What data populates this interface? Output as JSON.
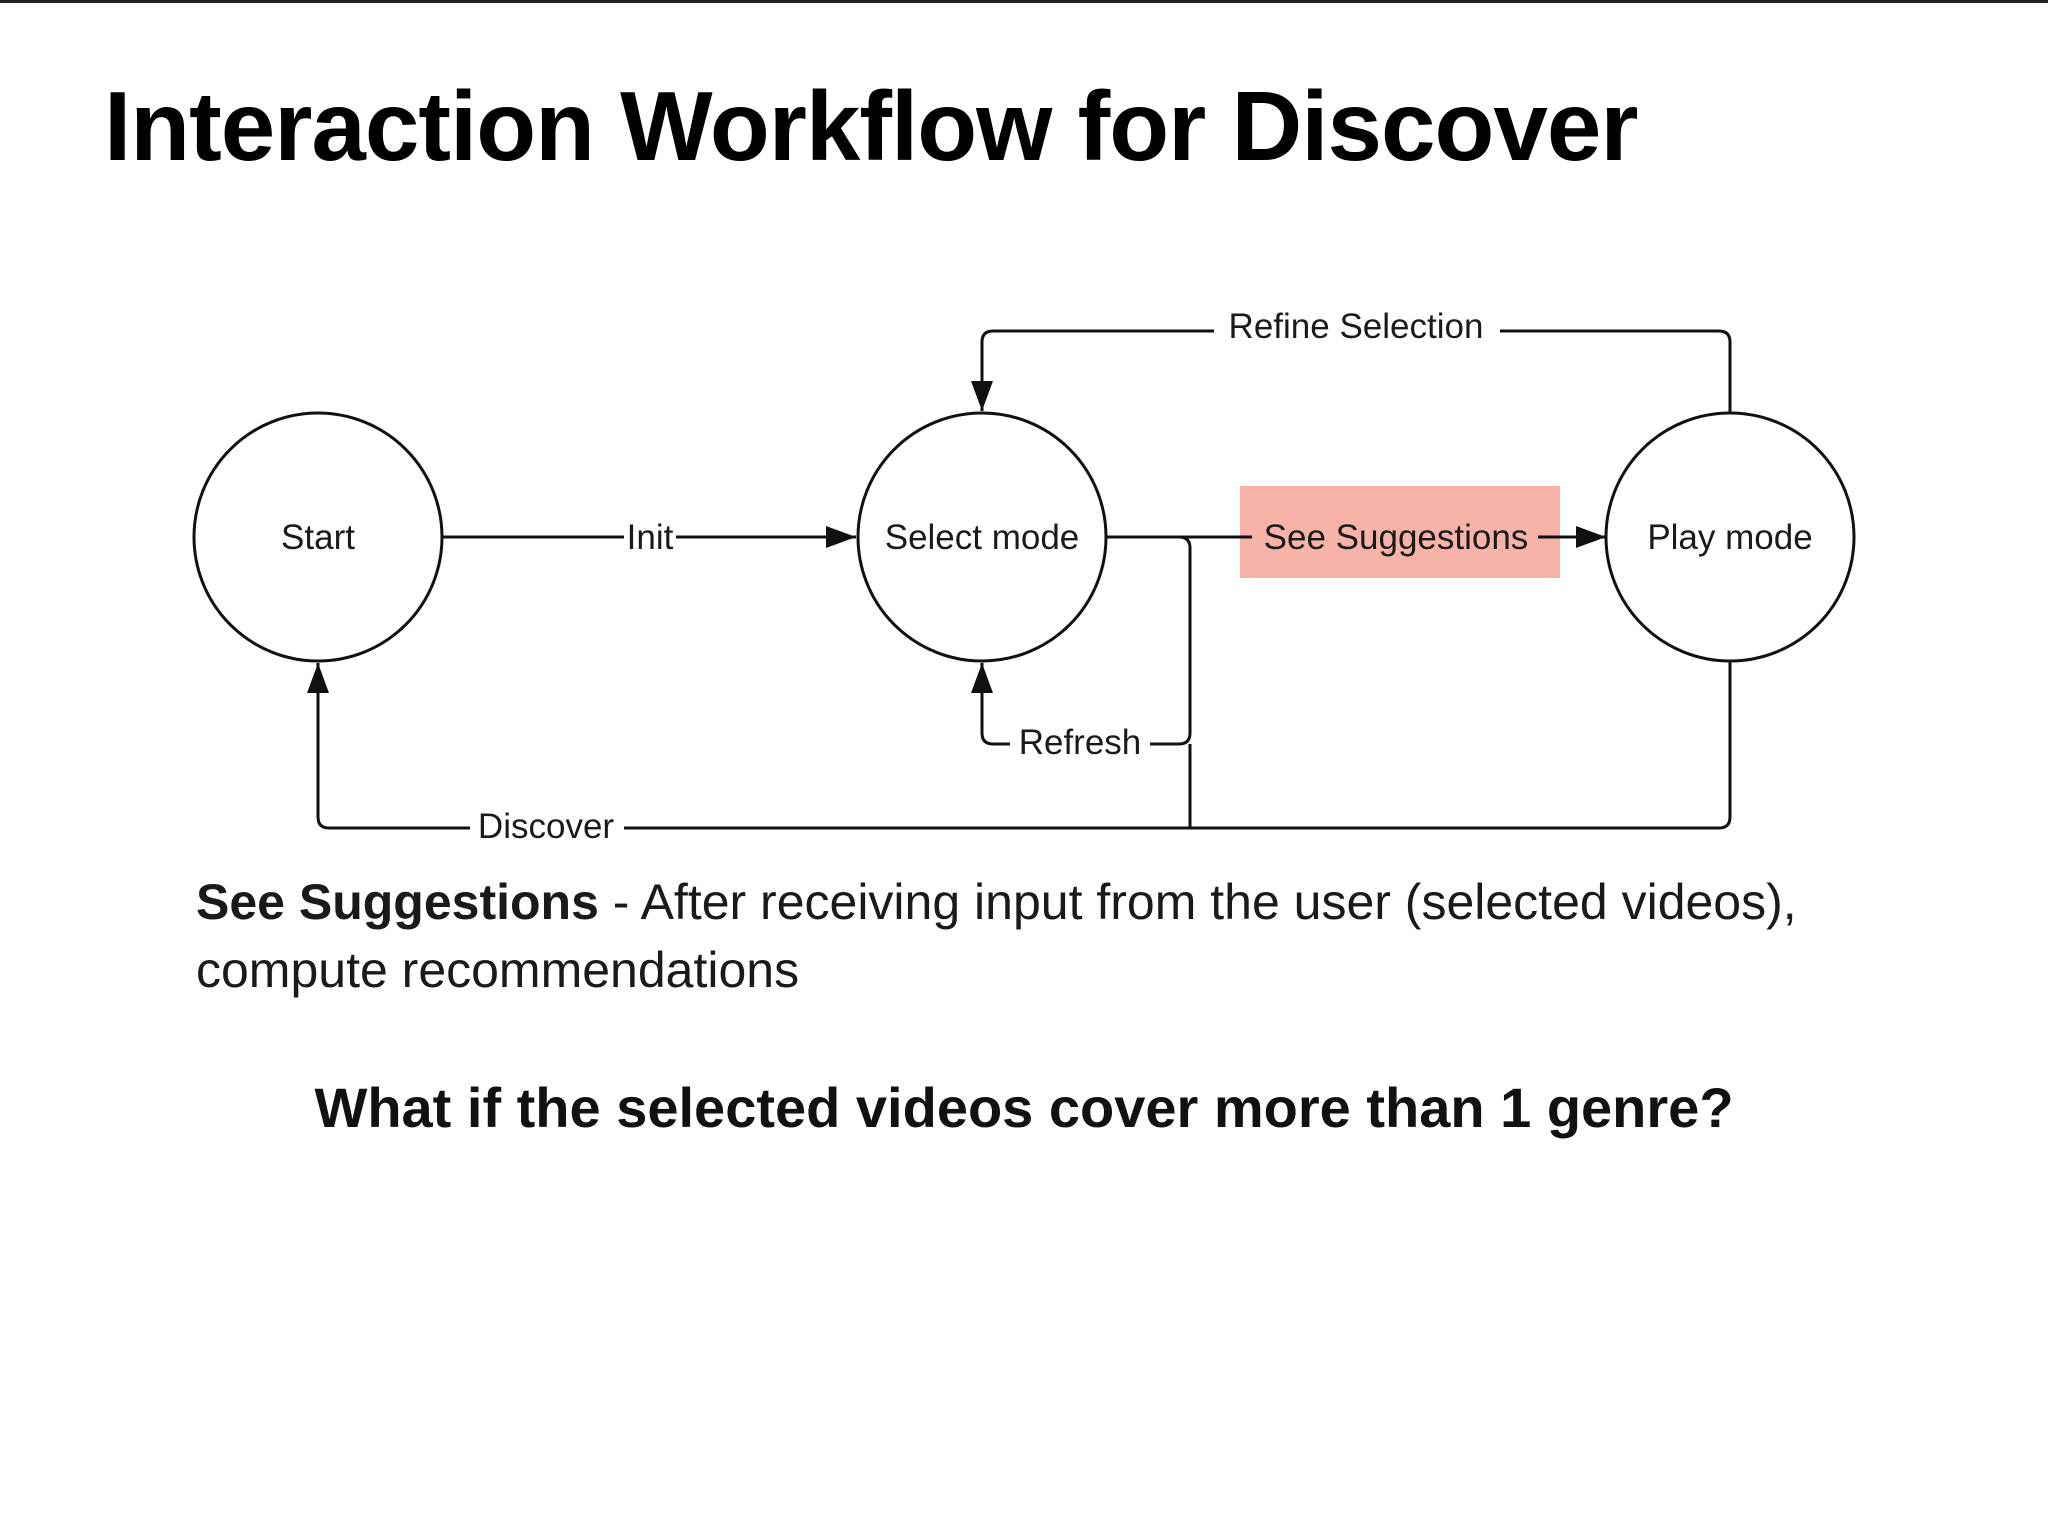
{
  "title": "Interaction Workflow for Discover",
  "diagram": {
    "nodes": {
      "start": "Start",
      "select_mode": "Select mode",
      "play_mode": "Play mode"
    },
    "edges": {
      "init": "Init",
      "see_suggestions": "See Suggestions",
      "refine_selection": "Refine Selection",
      "refresh": "Refresh",
      "discover": "Discover"
    },
    "highlight_color": "#f8b3a8"
  },
  "description": {
    "term": "See Suggestions",
    "separator": " - ",
    "text": "After receiving input from the user (selected videos), compute recommendations"
  },
  "question": "What if the selected videos cover more than 1 genre?"
}
